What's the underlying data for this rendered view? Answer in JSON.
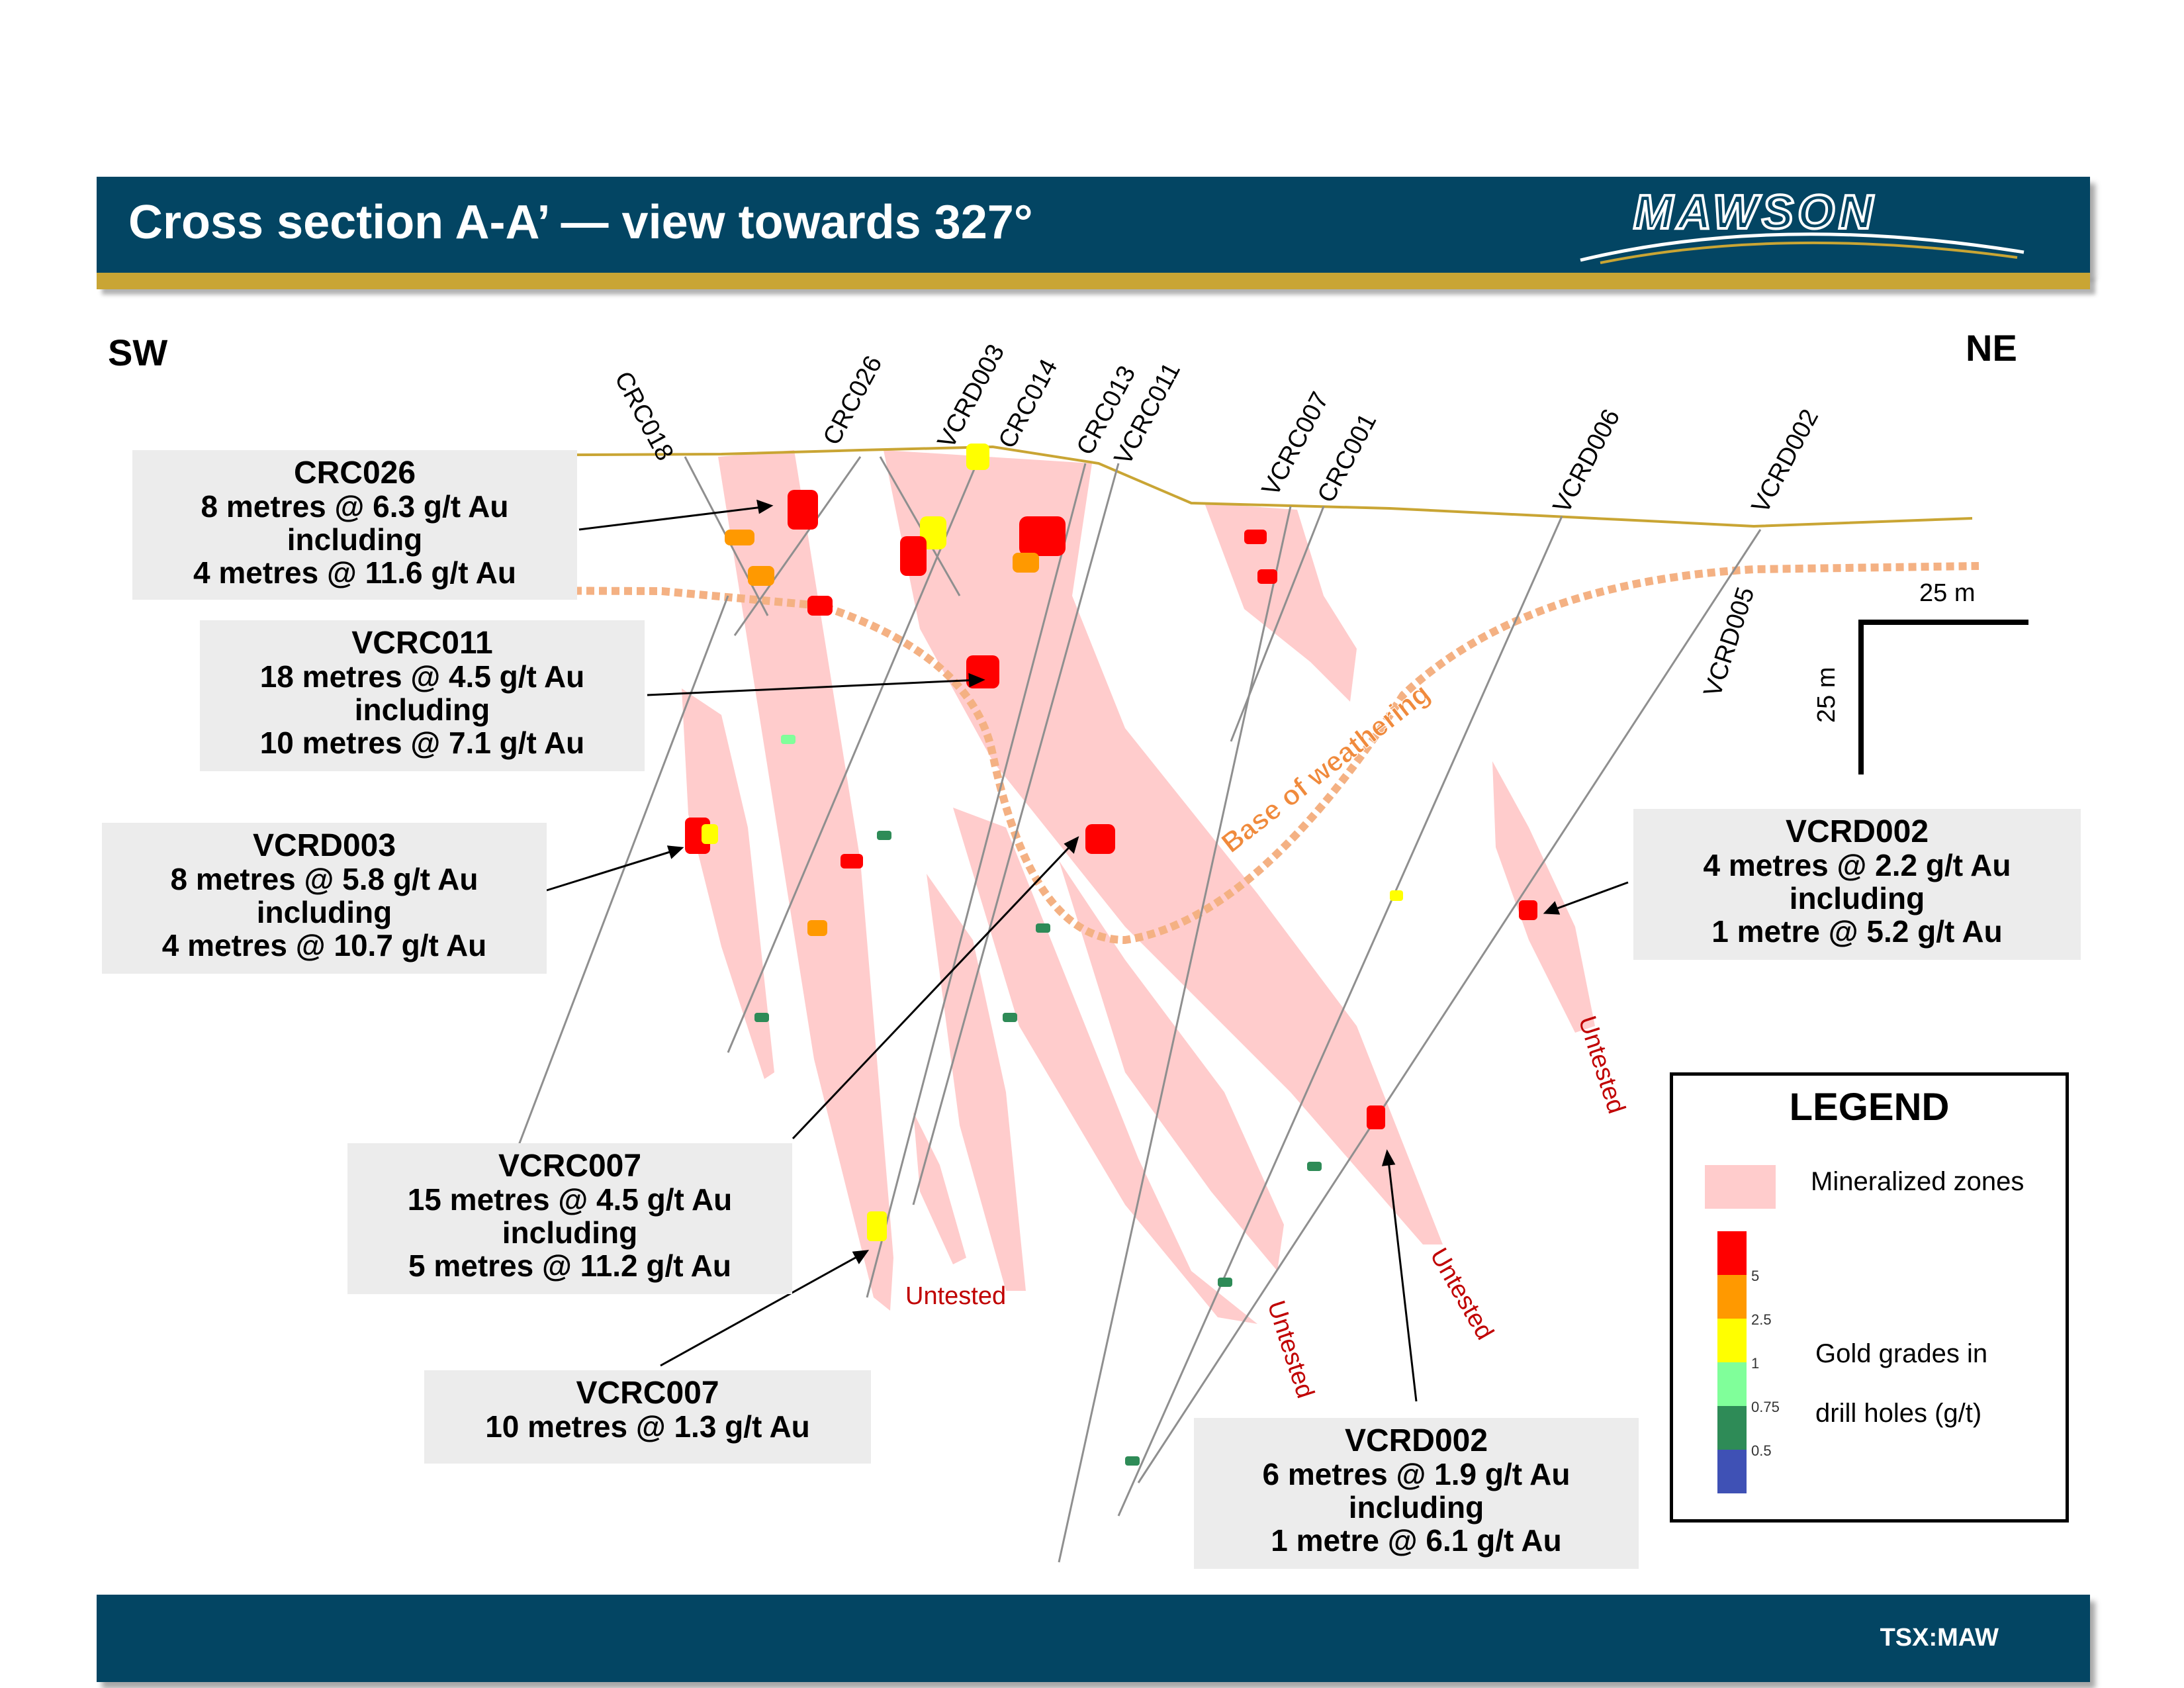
{
  "header": {
    "title": "Cross section A-A’  —  view towards 327°",
    "logo": "MAWSON"
  },
  "footer": {
    "ticker": "TSX:MAW"
  },
  "directions": {
    "left": "SW",
    "right": "NE"
  },
  "drill_holes": [
    "CRC018",
    "CRC026",
    "VCRD003",
    "CRC014",
    "CRC013",
    "VCRC011",
    "VCRC007",
    "CRC001",
    "VCRD006",
    "VCRD002",
    "VCRD005"
  ],
  "labels": {
    "base_of_weathering": "Base of weathering",
    "untested": "Untested",
    "scale_h": "25 m",
    "scale_v": "25 m"
  },
  "callouts": {
    "crc026": {
      "hole": "CRC026",
      "l1": "8 metres @ 6.3 g/t Au",
      "l2": "including",
      "l3": "4 metres @ 11.6 g/t Au"
    },
    "vcrc011": {
      "hole": "VCRC011",
      "l1": "18 metres @ 4.5 g/t Au",
      "l2": "including",
      "l3": "10 metres @ 7.1 g/t Au"
    },
    "vcrd003": {
      "hole": "VCRD003",
      "l1": "8 metres @ 5.8 g/t Au",
      "l2": "including",
      "l3": "4 metres @ 10.7 g/t Au"
    },
    "vcrc007a": {
      "hole": "VCRC007",
      "l1": "15 metres @ 4.5 g/t Au",
      "l2": "including",
      "l3": "5 metres @ 11.2 g/t Au"
    },
    "vcrc007b": {
      "hole": "VCRC007",
      "l1": "10 metres @ 1.3 g/t Au"
    },
    "vcrd002a": {
      "hole": "VCRD002",
      "l1": "4 metres @ 2.2 g/t Au",
      "l2": "including",
      "l3": "1 metre @ 5.2 g/t Au"
    },
    "vcrd002b": {
      "hole": "VCRD002",
      "l1": "6 metres @ 1.9 g/t Au",
      "l2": "including",
      "l3": "1 metre @ 6.1 g/t Au"
    }
  },
  "legend": {
    "title": "LEGEND",
    "mineralized": "Mineralized zones",
    "gold_line1": "Gold grades in",
    "gold_line2": "drill holes (g/t)",
    "ticks": [
      "5",
      "2.5",
      "1",
      "0.75",
      "0.5"
    ],
    "colors": [
      "#ff0000",
      "#ff9900",
      "#ffff00",
      "#80ff9a",
      "#2e8b57",
      "#3f51b5"
    ]
  },
  "colors": {
    "header_bg": "#034563",
    "gold_bar": "#c9a534",
    "mineralized": "#ffcccc",
    "weathering": "#f4b183",
    "untested": "#c00000"
  }
}
